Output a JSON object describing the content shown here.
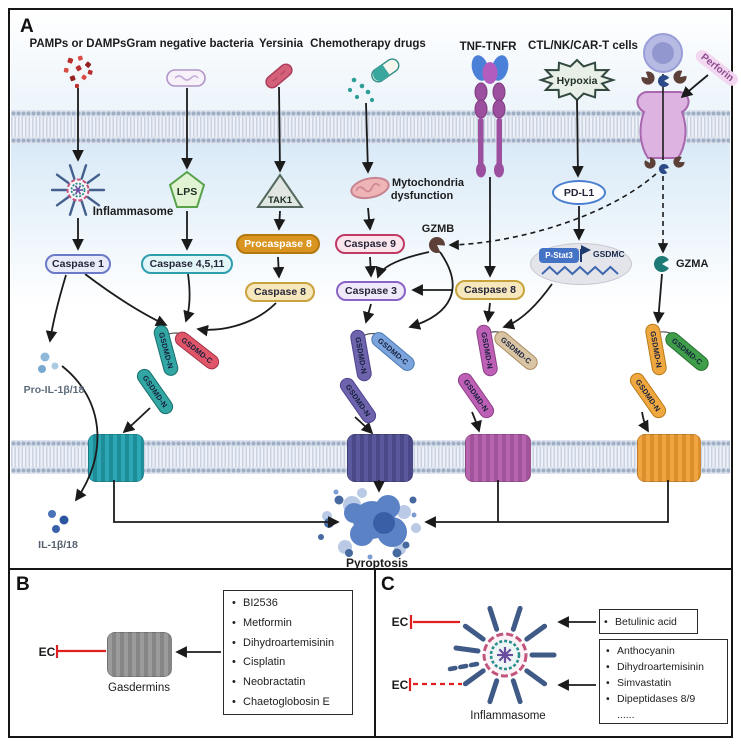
{
  "figure": {
    "panel_a": "A",
    "panel_b": "B",
    "panel_c": "C"
  },
  "a": {
    "top_labels": {
      "pamps": "PAMPs or DAMPs",
      "gram": "Gram negative bacteria",
      "yersinia": "Yersinia",
      "chemo": "Chemotherapy drugs",
      "tnf": "TNF-TNFR",
      "ctl": "CTL/NK/CAR-T cells"
    },
    "perforin": "Perforin",
    "hypoxia": "Hypoxia",
    "inflammasome_label": "Inflammasome",
    "lps": "LPS",
    "tak1": "TAK1",
    "mito_line1": "Mytochondria",
    "mito_line2": "dysfunction",
    "caspase1": "Caspase 1",
    "caspase4511": "Caspase 4,5,11",
    "procaspase8": "Procaspase 8",
    "caspase8_left": "Caspase 8",
    "caspase9": "Caspase 9",
    "caspase3": "Caspase 3",
    "caspase8_tnf": "Caspase 8",
    "pdl1": "PD-L1",
    "pstat3": "P-Stat3",
    "gsdmc": "GSDMC",
    "gzmb": "GZMB",
    "gzma": "GZMA",
    "gasdermin_n": "GSDMD-N",
    "gasdermin_c": "GSDMD-C",
    "pro_il": "Pro-IL-1β/18",
    "il": "IL-1β/18",
    "pyroptosis": "Pyroptosis"
  },
  "b": {
    "ec": "EC",
    "gasdermins": "Gasdermins",
    "drugs": [
      "BI2536",
      "Metformin",
      "Dihydroartemisinin",
      "Cisplatin",
      "Neobractatin",
      "Chaetoglobosin E"
    ]
  },
  "c": {
    "ec_top": "EC",
    "ec_bottom": "EC",
    "inflammasome": "Inflammasome",
    "box1": [
      "Betulinic acid"
    ],
    "box2": [
      "Anthocyanin",
      "Dihydroartemisinin",
      "Simvastatin",
      "Dipeptidases 8/9",
      "......"
    ]
  },
  "colors": {
    "arrow": "#1b1b1b",
    "inhibition_red": "#e02020",
    "membrane_stripe": "#c9d3e1",
    "caspase1_border": "#6a79c8",
    "caspase4511_border": "#2e9eae",
    "procaspase8_fill": "#d9951f",
    "caspase8_fill": "#f6e7bd",
    "caspase9_border": "#c03a66",
    "caspase3_border": "#8a63c6",
    "pdl1_border": "#4a7fd0",
    "pstat3_fill": "#4472c4",
    "gsdmd_teal": "#31a6a2",
    "gsdmd_red": "#e05568",
    "gsdmd_purple": "#6e63ad",
    "gsdmd_blue": "#7ba3dc",
    "gsdmd_magenta": "#bd5fb4",
    "gsdmd_tan": "#d9c4a4",
    "gsdmd_orange": "#efa73f",
    "gsdmd_green": "#3f9e4a",
    "pore_teal": "#2ba8b4",
    "pore_purple": "#5b599e",
    "pore_magenta": "#b765ae",
    "pore_orange": "#f0a540",
    "pore_gray": "#9b9b9b",
    "pyroptosis_cell": "#5b82c4"
  }
}
